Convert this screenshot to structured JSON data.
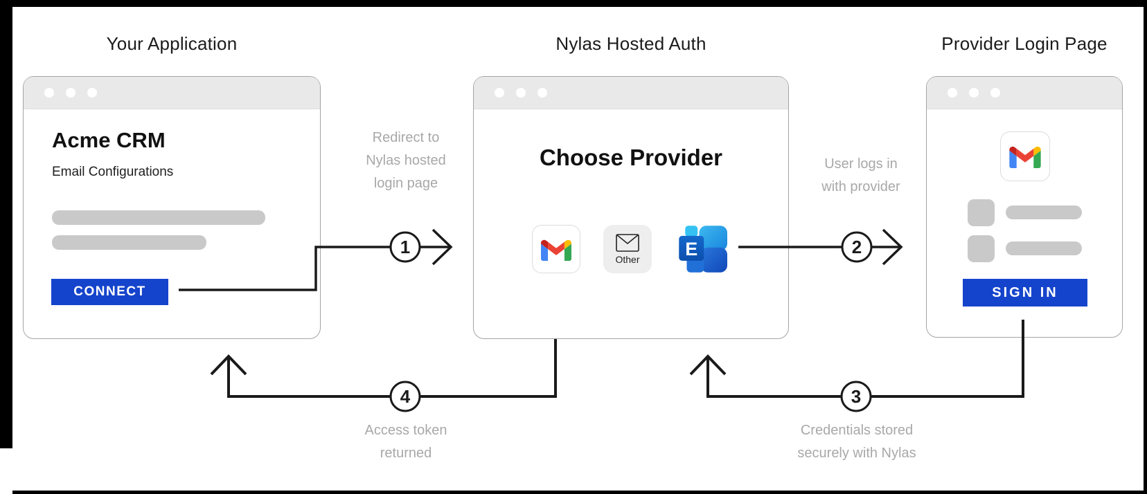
{
  "diagram": {
    "columns": [
      {
        "title": "Your Application"
      },
      {
        "title": "Nylas Hosted Auth"
      },
      {
        "title": "Provider Login Page"
      }
    ],
    "app_window": {
      "heading": "Acme CRM",
      "subheading": "Email Configurations",
      "connect_label": "CONNECT"
    },
    "auth_window": {
      "heading": "Choose Provider",
      "providers": [
        {
          "name": "gmail"
        },
        {
          "name": "other",
          "label": "Other"
        },
        {
          "name": "exchange",
          "letter": "E"
        }
      ]
    },
    "login_window": {
      "provider": "gmail",
      "signin_label": "SIGN IN"
    },
    "steps": [
      {
        "number": "1",
        "lines": [
          "Redirect to",
          "Nylas hosted",
          "login page"
        ]
      },
      {
        "number": "2",
        "lines": [
          "User logs in",
          "with provider"
        ]
      },
      {
        "number": "3",
        "lines": [
          "Credentials stored",
          "securely with Nylas"
        ]
      },
      {
        "number": "4",
        "lines": [
          "Access token",
          "returned"
        ]
      }
    ],
    "colors": {
      "accent_blue": "#1544CC",
      "window_header_gray": "#E9E9E9",
      "placeholder_gray": "#C9C9C9",
      "label_gray": "#A8A8A8",
      "line_black": "#1A1A1A",
      "frame_black": "#000000",
      "gmail_red": "#EA4335",
      "gmail_blue": "#4285F4",
      "gmail_green": "#34A853",
      "gmail_yellow": "#FBBC04",
      "exchange_blue": "#1468CC"
    }
  }
}
